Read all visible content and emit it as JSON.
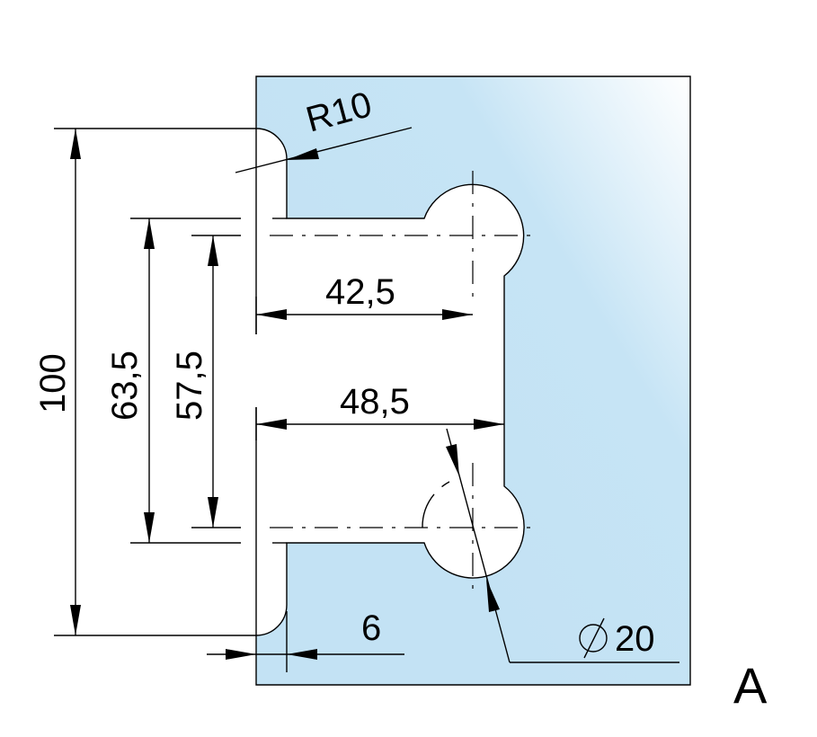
{
  "drawing": {
    "label": "A",
    "dimensions": {
      "radius": "R10",
      "overall_height": "100",
      "outer_hole_spacing": "63,5",
      "inner_hole_spacing": "57,5",
      "hole_center_depth": "42,5",
      "cutout_depth": "48,5",
      "edge_offset": "6",
      "hole_diameter": "20"
    },
    "colors": {
      "glass": "#c6e4f5",
      "glass_highlight": "#f4fafe",
      "line": "#000000"
    }
  }
}
